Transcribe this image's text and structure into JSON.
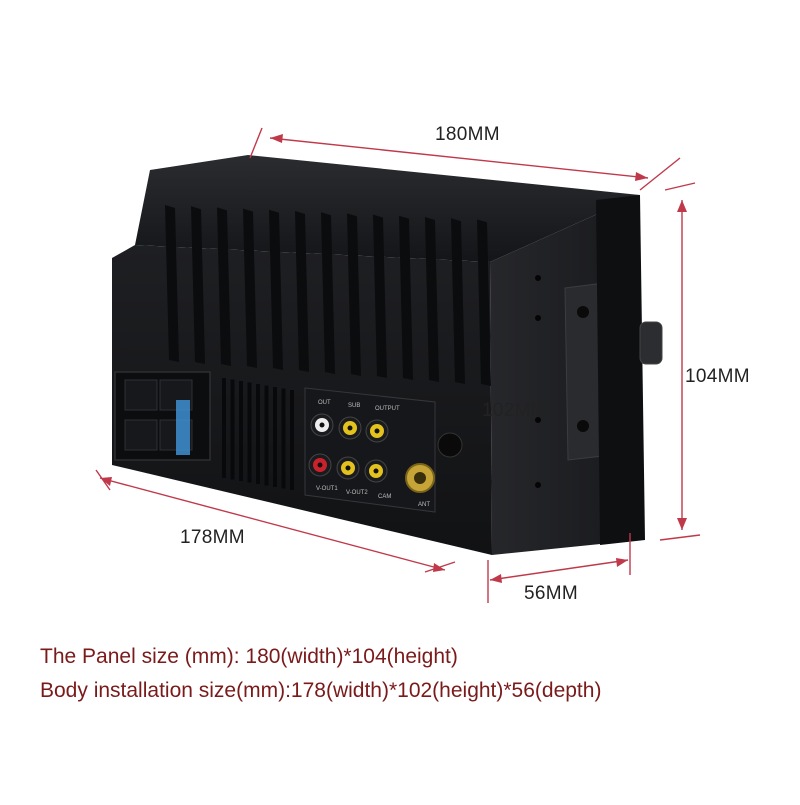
{
  "dimensions": {
    "panel_width": "180MM",
    "panel_height": "104MM",
    "body_height": "102MM",
    "body_width": "178MM",
    "body_depth": "56MM"
  },
  "specs": {
    "panel_size": "The Panel size (mm): 180(width)*104(height)",
    "body_size": "Body installation size(mm):178(width)*102(height)*56(depth)"
  },
  "device_labels": {
    "port_top_left": "OUT",
    "port_top_mid": "SUB",
    "port_top_right": "OUTPUT",
    "port_bottom_left": "V-OUT1",
    "port_bottom_mid": "V-OUT2",
    "port_bottom_right": "CAM",
    "antenna": "ANT"
  },
  "colors": {
    "spec_text": "#7a1a1a",
    "dimension_line": "#c0394a",
    "device_body": "#1c1d20",
    "rca_yellow": "#e4c21e",
    "rca_red": "#c9222c",
    "rca_white": "#eeeeee"
  }
}
